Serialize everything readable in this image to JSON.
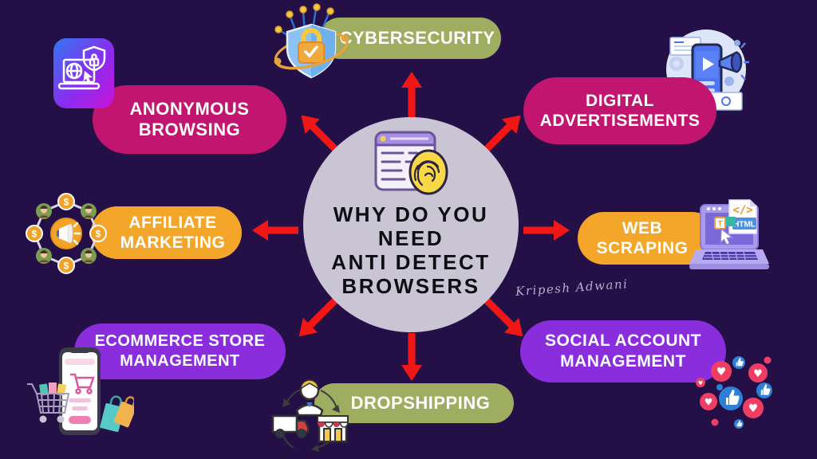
{
  "colors": {
    "bg": "#241047",
    "circle": "#c9c5d4",
    "arrow-red": "#f21717",
    "pill-green": "#9ead60",
    "pill-magenta": "#c2156f",
    "pill-orange": "#f4a62a",
    "pill-purple": "#8a2ddd",
    "text-dark": "#0d0d12",
    "text-light": "#ffffff",
    "signature": "#b5aecb"
  },
  "center": {
    "title_lines": [
      "WHY DO YOU",
      "NEED",
      "ANTI DETECT",
      "BROWSERS"
    ],
    "icon": "browser-fingerprint-icon"
  },
  "signature": "Kripesh Adwani",
  "nodes": [
    {
      "id": "cybersecurity",
      "line1": "CYBERSECURITY",
      "line2": "",
      "color": "#9ead60",
      "icon": "shield-padlock-icon",
      "position": "top"
    },
    {
      "id": "anonymous-browsing",
      "line1": "ANONYMOUS",
      "line2": "BROWSING",
      "color": "#c2156f",
      "icon": "secure-laptop-icon",
      "position": "top-left"
    },
    {
      "id": "digital-advertisements",
      "line1": "DIGITAL",
      "line2": "ADVERTISEMENTS",
      "color": "#c2156f",
      "icon": "mobile-ads-megaphone-icon",
      "position": "top-right"
    },
    {
      "id": "affiliate-marketing",
      "line1": "AFFILIATE",
      "line2": "MARKETING",
      "color": "#f4a62a",
      "icon": "referral-network-megaphone-icon",
      "position": "left"
    },
    {
      "id": "web-scraping",
      "line1": "WEB",
      "line2": "SCRAPING",
      "color": "#f4a62a",
      "icon": "html-laptop-icon",
      "position": "right"
    },
    {
      "id": "ecommerce-store-management",
      "line1": "ECOMMERCE STORE",
      "line2": "MANAGEMENT",
      "color": "#8a2ddd",
      "icon": "shopping-phone-cart-icon",
      "position": "bottom-left"
    },
    {
      "id": "social-account-management",
      "line1": "SOCIAL ACCOUNT",
      "line2": "MANAGEMENT",
      "color": "#8a2ddd",
      "icon": "social-reactions-icon",
      "position": "bottom-right"
    },
    {
      "id": "dropshipping",
      "line1": "DROPSHIPPING",
      "line2": "",
      "color": "#9ead60",
      "icon": "delivery-cycle-icon",
      "position": "bottom"
    }
  ]
}
